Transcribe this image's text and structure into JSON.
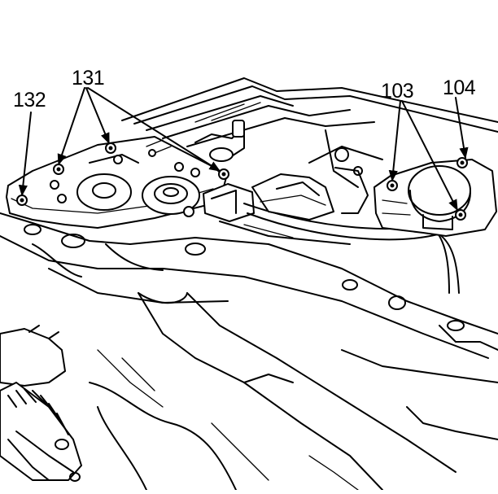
{
  "callouts": {
    "c132": "132",
    "c131": "131",
    "c103": "103",
    "c104": "104"
  },
  "colors": {
    "ink": "#000000",
    "paper": "#ffffff"
  }
}
